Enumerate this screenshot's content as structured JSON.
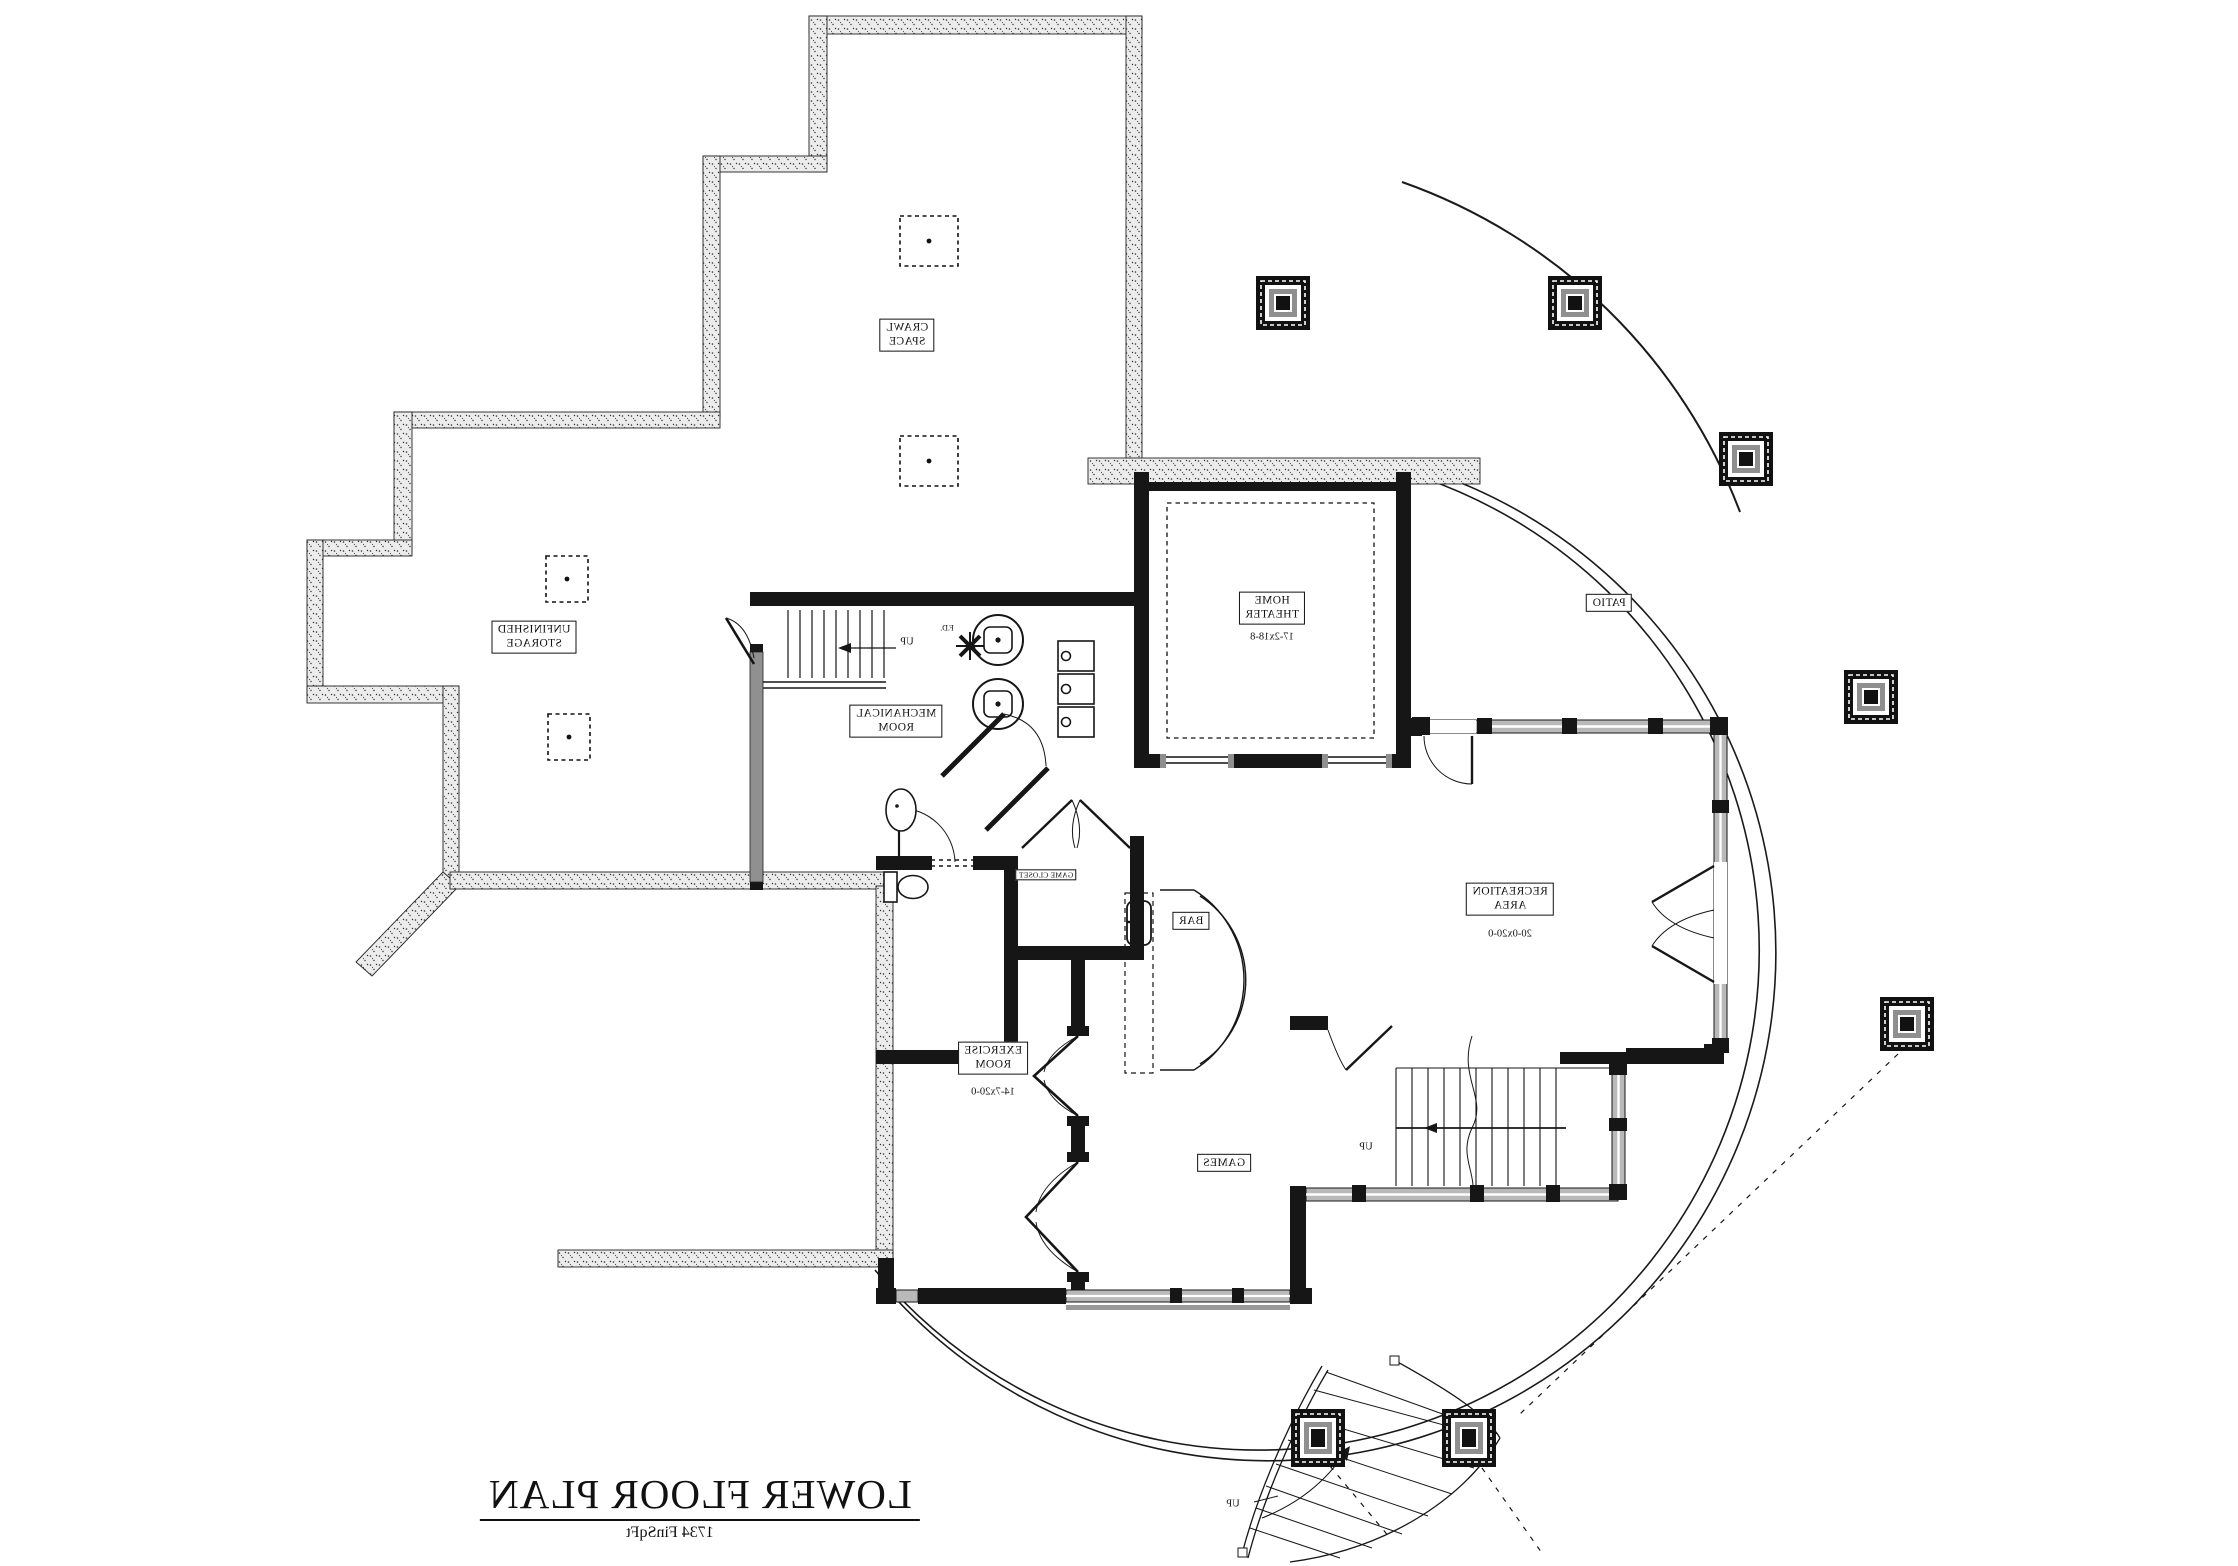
{
  "title": {
    "text": "LOWER FLOOR PLAN",
    "area": "1734 FinSqFt"
  },
  "rooms": {
    "crawl_space": {
      "label": "CRAWL\nSPACE"
    },
    "unfinished_storage": {
      "label": "UNFINISHED\nSTORAGE"
    },
    "mechanical_room": {
      "label": "MECHANICAL\nROOM"
    },
    "home_theater": {
      "label": "HOME\nTHEATER",
      "dims": "17-2x18-8"
    },
    "recreation_area": {
      "label": "RECREATION\nAREA",
      "dims": "20-0x20-0"
    },
    "exercise_room": {
      "label": "EXERCISE\nROOM",
      "dims": "14-7x20-0"
    },
    "games": {
      "label": "GAMES"
    },
    "game_closet": {
      "label": "GAME CLOSET"
    },
    "bar": {
      "label": "BAR"
    },
    "patio": {
      "label": "PATIO"
    }
  },
  "annotations": {
    "up": "UP",
    "floor_drain": "F.D."
  },
  "colors": {
    "wall": "#161616",
    "foundation_fill": "#ececec",
    "window_fill": "#b9b9b9",
    "halfwall_gray": "#909090",
    "background": "#ffffff"
  }
}
